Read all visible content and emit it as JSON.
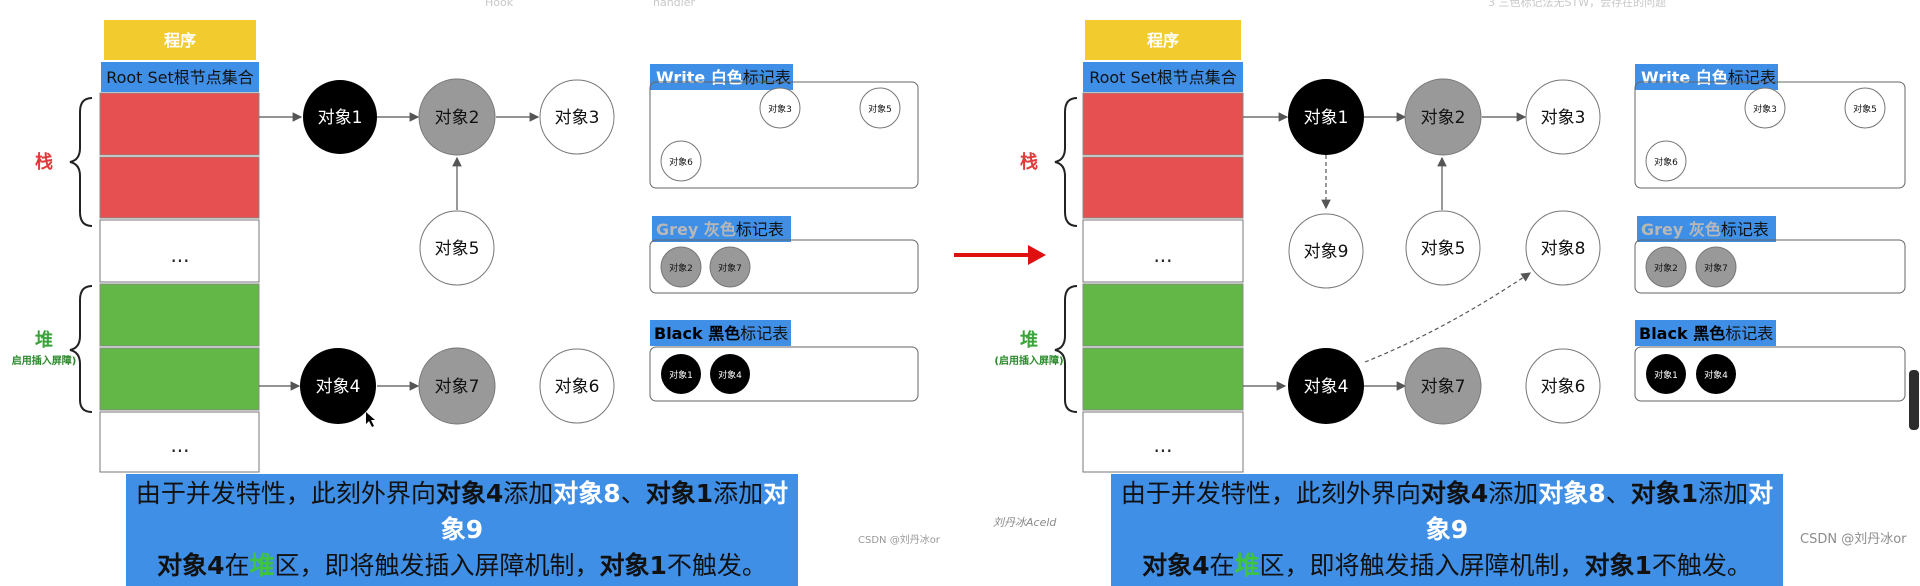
{
  "top_faint": {
    "hook": "Hook",
    "handler": "handler",
    "note": "3 三色标记法无STW，会存在的问题"
  },
  "program_label": "程序",
  "root_set_label": "Root Set根节点集合",
  "stack_label": "栈",
  "heap_label": "堆",
  "heap_sub_left": "启用插入屏障)",
  "heap_sub_right": "(启用插入屏障)",
  "ellipsis": "...",
  "objects": {
    "o1": "对象1",
    "o2": "对象2",
    "o3": "对象3",
    "o4": "对象4",
    "o5": "对象5",
    "o6": "对象6",
    "o7": "对象7",
    "o8": "对象8",
    "o9": "对象9"
  },
  "small_objects": {
    "s1": "对象1",
    "s2": "对象2",
    "s3": "对象3",
    "s4": "对象4",
    "s5": "对象5",
    "s6": "对象6",
    "s7": "对象7"
  },
  "tables": {
    "white": {
      "en": "Write",
      "zh": "白色",
      "suffix": "标记表"
    },
    "grey": {
      "en": "Grey",
      "zh": "灰色",
      "suffix": "标记表"
    },
    "black": {
      "en": "Black",
      "zh": "黑色",
      "suffix": "标记表"
    }
  },
  "caption": {
    "p1": "由于并发特性，此刻外界向",
    "o4": "对象4",
    "p2": "添加",
    "o8": "对象8",
    "sep": "、",
    "o1": "对象1",
    "p3": "添加",
    "o9": "对象9",
    "l2_o4": "对象4",
    "l2_p1": "在",
    "heap": "堆",
    "l2_p2": "区，即将触发插入屏障机制，",
    "l2_o1": "对象1",
    "l2_p3": "不触发。"
  },
  "watermarks": {
    "left_bottom": "CSDN @刘丹冰or",
    "right_author": "刘丹冰Aceld",
    "right_bottom": "CSDN @刘丹冰or"
  },
  "colors": {
    "program": "#f2cc2e",
    "root": "#3f8fe6",
    "stack": "#e65050",
    "heap": "#62b746",
    "black": "#000000",
    "grey": "#999999",
    "white": "#ffffff",
    "arrow_red": "#e01010"
  }
}
